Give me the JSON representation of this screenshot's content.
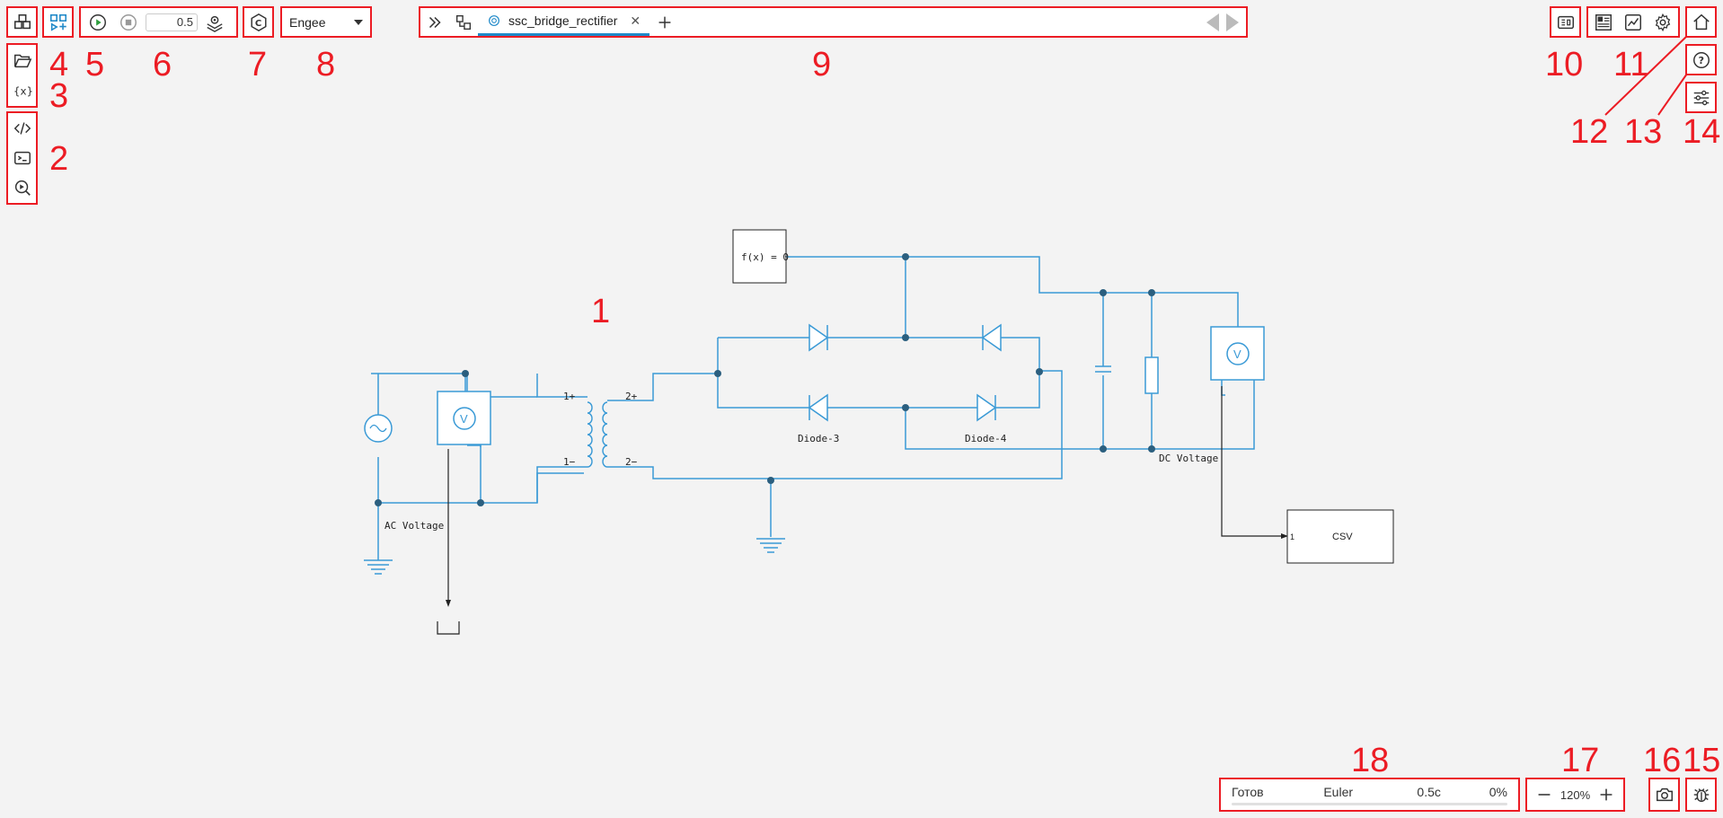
{
  "toolbar": {
    "step_value": "0.5",
    "solver_select": "Engee",
    "tab_label": "ssc_bridge_rectifier"
  },
  "diagram": {
    "fx_label": "f(x) = 0",
    "ac_voltage_label": "AC Voltage",
    "dc_voltage_label": "DC Voltage",
    "diode3_label": "Diode-3",
    "diode4_label": "Diode-4",
    "csv_label": "CSV",
    "csv_port": "1",
    "tf_p1plus": "1+",
    "tf_p1minus": "1−",
    "tf_p2plus": "2+",
    "tf_p2minus": "2−",
    "voltmeter_symbol": "V"
  },
  "statusbar": {
    "state": "Готов",
    "solver": "Euler",
    "time": "0.5с",
    "progress": "0%"
  },
  "zoom": {
    "level": "120%"
  },
  "annotations": [
    "1",
    "2",
    "3",
    "4",
    "5",
    "6",
    "7",
    "8",
    "9",
    "10",
    "11",
    "12",
    "13",
    "14",
    "15",
    "16",
    "17",
    "18"
  ],
  "colors": {
    "accent": "#1e88c8",
    "wire": "#3a9ad6",
    "marker": "#ec1c24",
    "node": "#2b5f7f"
  }
}
